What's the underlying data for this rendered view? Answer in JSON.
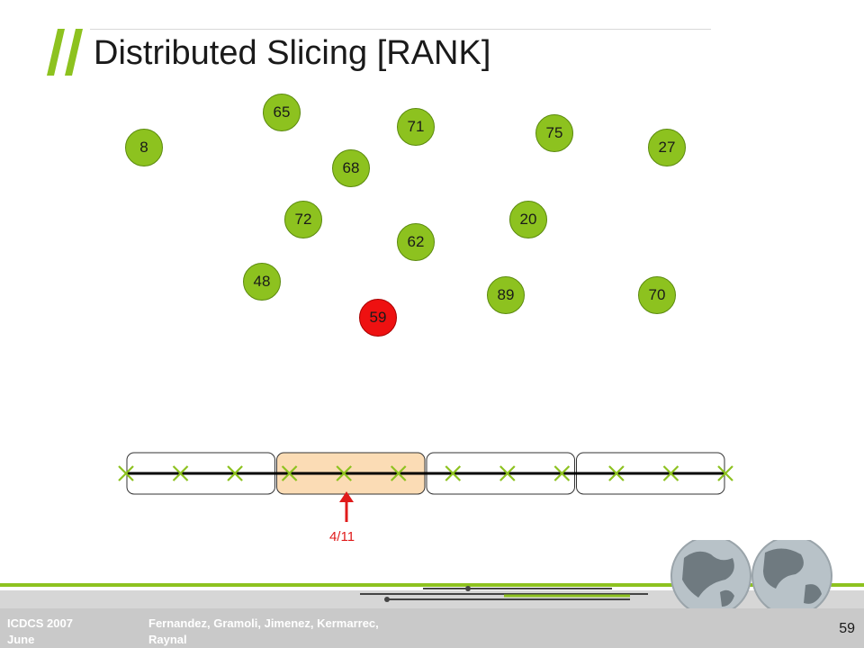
{
  "slide": {
    "title": "Distributed Slicing [RANK]",
    "page_number": "59"
  },
  "footer": {
    "conference": "ICDCS 2007",
    "conference_sub": "June",
    "authors": "Fernandez, Gramoli, Jimenez, Kermarrec, Raynal"
  },
  "colors": {
    "node": "#8dc21f",
    "highlight": "#ee1111",
    "slice_highlight": "#fbdcb5",
    "marker": "#8dc21f",
    "arrow": "#e01b1b"
  },
  "nodes": [
    {
      "label": "65",
      "highlight": false
    },
    {
      "label": "71",
      "highlight": false
    },
    {
      "label": "75",
      "highlight": false
    },
    {
      "label": "8",
      "highlight": false
    },
    {
      "label": "27",
      "highlight": false
    },
    {
      "label": "68",
      "highlight": false
    },
    {
      "label": "72",
      "highlight": false
    },
    {
      "label": "20",
      "highlight": false
    },
    {
      "label": "62",
      "highlight": false
    },
    {
      "label": "48",
      "highlight": false
    },
    {
      "label": "89",
      "highlight": false
    },
    {
      "label": "70",
      "highlight": false
    },
    {
      "label": "59",
      "highlight": true
    }
  ],
  "rank_line": {
    "slices": 4,
    "highlighted_slice": 2,
    "markers": 12,
    "estimate_label": "4/11"
  }
}
